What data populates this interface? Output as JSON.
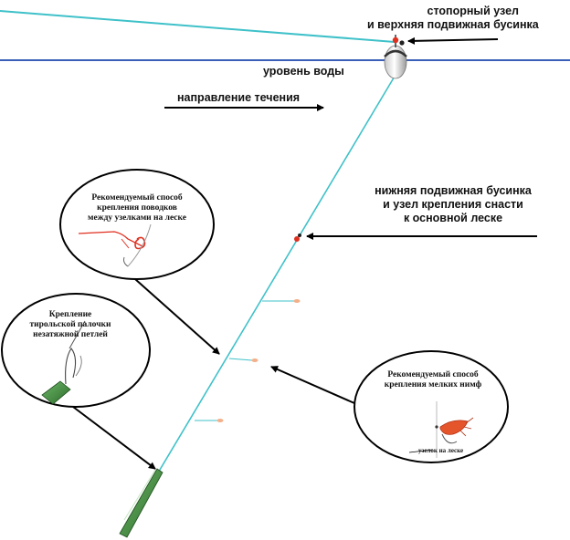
{
  "labels": {
    "stopper_line1": "стопорный узел",
    "stopper_line2": "и верхняя подвижная бусинка",
    "water_level": "уровень воды",
    "current_direction": "направление течения",
    "lower_bead_line1": "нижняя подвижная бусинка",
    "lower_bead_line2": "и узел крепления снасти",
    "lower_bead_line3": "к основной леске"
  },
  "callouts": {
    "leaders": [
      "Рекомендуемый способ",
      "крепления поводков",
      "между узелками на леске"
    ],
    "tyrolean": [
      "Крепление",
      "тирольской палочки",
      "незатяжной петлей"
    ],
    "nymphs": [
      "Рекомендуемый способ",
      "крепления мелких нимф"
    ],
    "nymph_knot": "узелок на леске"
  },
  "colors": {
    "water_line": "#3a5fb8",
    "fishing_line": "#3fc1c9",
    "tyrolean_stick": "#3d8a3a",
    "bead": "#e03020"
  }
}
